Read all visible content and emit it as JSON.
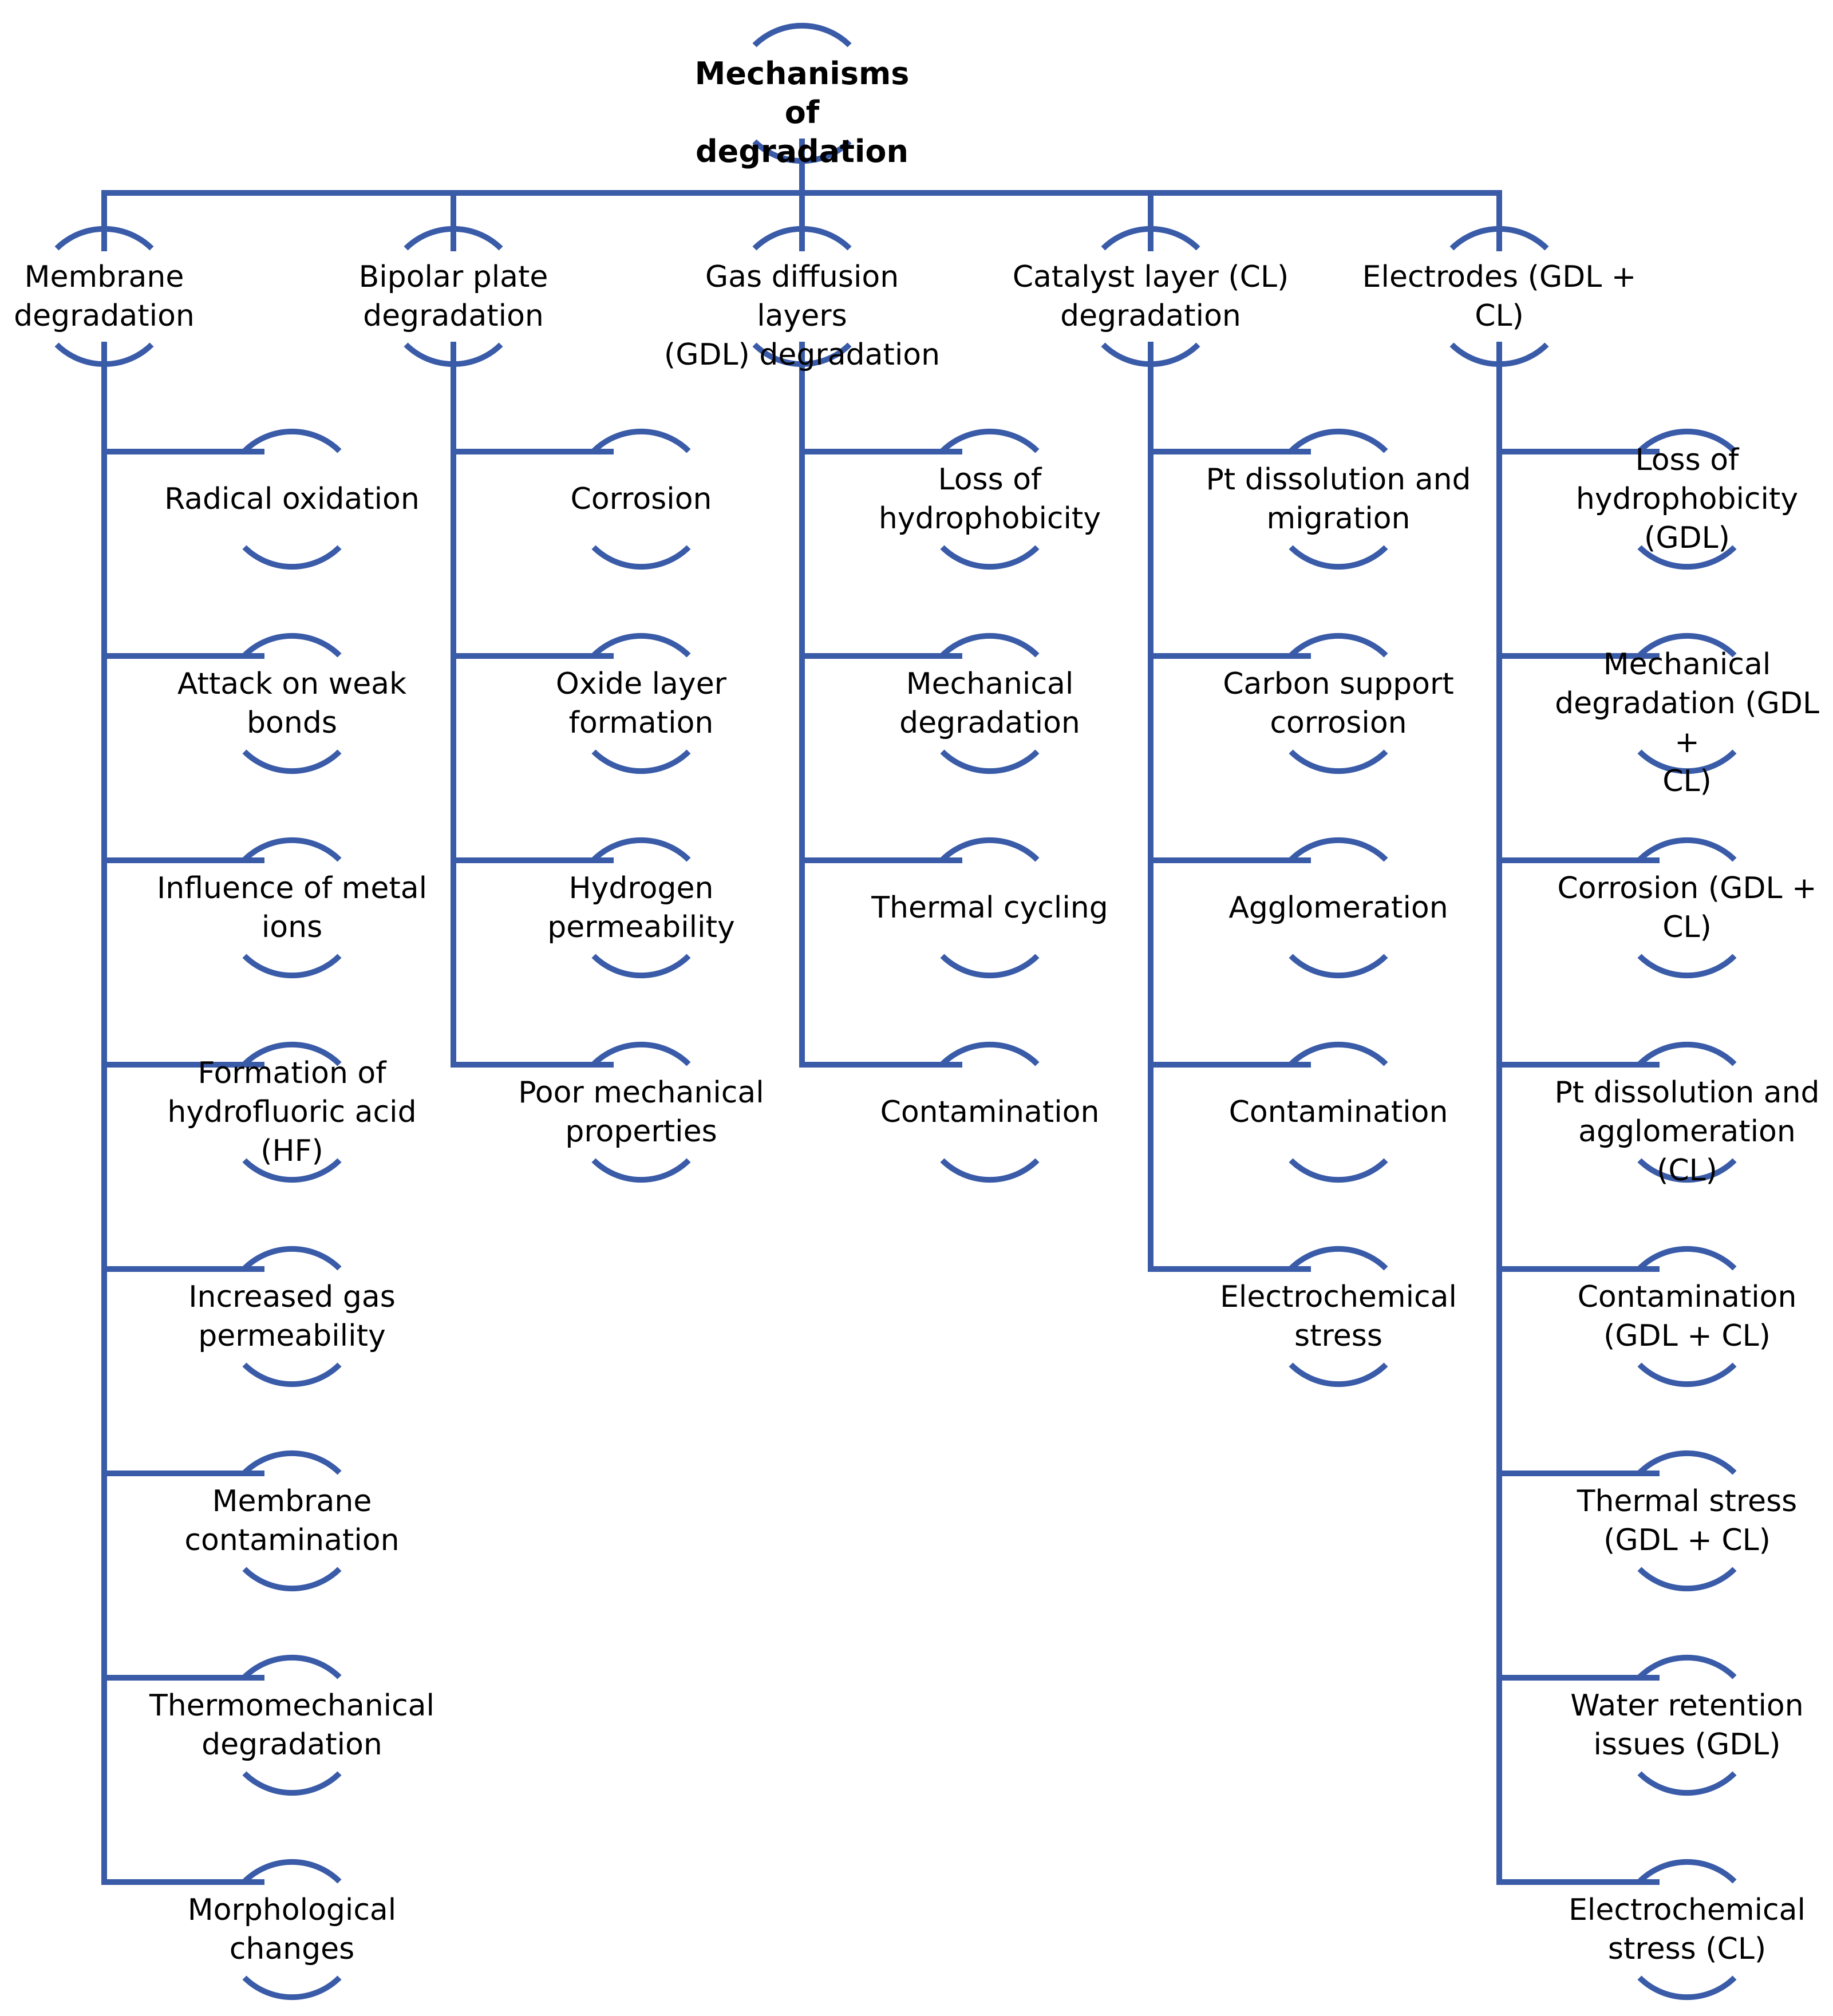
{
  "root": {
    "title": "Mechanisms of\ndegradation"
  },
  "colors": {
    "line": "#3A5BA8",
    "text": "#000000",
    "background": "#FFFFFF"
  },
  "categories": [
    {
      "label": "Membrane\ndegradation",
      "items": [
        "Radical oxidation",
        "Attack on weak\nbonds",
        "Influence of metal\nions",
        "Formation of\nhydrofluoric acid\n(HF)",
        "Increased gas\npermeability",
        "Membrane\ncontamination",
        "Thermomechanical\ndegradation",
        "Morphological\nchanges"
      ]
    },
    {
      "label": "Bipolar plate\ndegradation",
      "items": [
        "Corrosion",
        "Oxide layer\nformation",
        "Hydrogen\npermeability",
        "Poor mechanical\nproperties"
      ]
    },
    {
      "label": "Gas diffusion layers\n(GDL) degradation",
      "items": [
        "Loss of\nhydrophobicity",
        "Mechanical\ndegradation",
        "Thermal cycling",
        "Contamination"
      ]
    },
    {
      "label": "Catalyst layer (CL)\ndegradation",
      "items": [
        "Pt dissolution and\nmigration",
        "Carbon support\ncorrosion",
        "Agglomeration",
        "Contamination",
        "Electrochemical\nstress"
      ]
    },
    {
      "label": "Electrodes (GDL +\nCL)",
      "items": [
        "Loss of\nhydrophobicity\n(GDL)",
        "Mechanical\ndegradation (GDL +\nCL)",
        "Corrosion (GDL +\nCL)",
        "Pt dissolution and\nagglomeration (CL)",
        "Contamination\n(GDL + CL)",
        "Thermal stress\n(GDL + CL)",
        "Water retention\nissues (GDL)",
        "Electrochemical\nstress (CL)"
      ]
    }
  ]
}
